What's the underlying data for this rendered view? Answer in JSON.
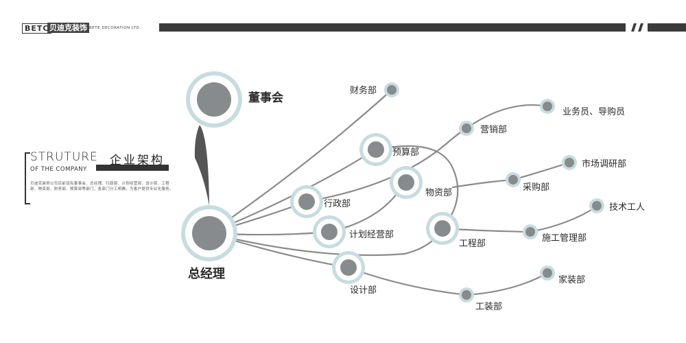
{
  "header": {
    "logo_en": "BETC",
    "logo_cn": "贝迪克装饰",
    "company_en": "BETE DECORATION LTD."
  },
  "section": {
    "title_en": "STRUTURE",
    "title_cn": "企业架构",
    "subtitle_en": "OF THE COMPANY",
    "description": "贝迪克装饰公司目前设有董事会、总经理、行政部、计划经营部、设计部、工程部、物资部、财务部、预算部等部门，各部门分工明确，为客户提供专业化服务。"
  },
  "nodes": {
    "board": "董事会",
    "gm": "总经理",
    "finance": "财务部",
    "budget": "预算部",
    "admin": "行政部",
    "planning": "计划经营部",
    "design": "设计部",
    "materials": "物资部",
    "engineering": "工程部",
    "marketing": "营销部",
    "sales_staff": "业务员、导购员",
    "purchasing": "采购部",
    "market_research": "市场调研部",
    "construction_mgmt": "施工管理部",
    "technicians": "技术工人",
    "decoration": "工装部",
    "home_decor": "家装部"
  }
}
